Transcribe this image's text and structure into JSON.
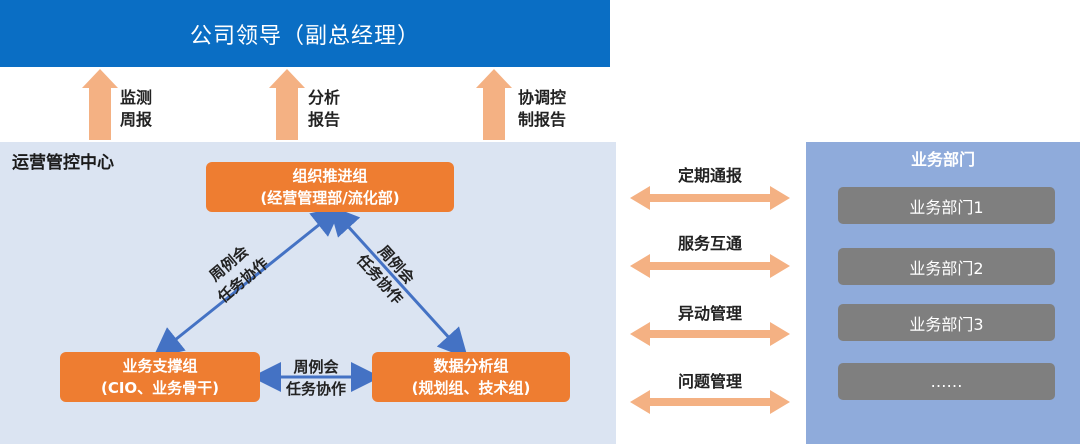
{
  "leader": {
    "title": "公司领导（副总经理）"
  },
  "up_arrows": [
    {
      "line1": "监测",
      "line2": "周报"
    },
    {
      "line1": "分析",
      "line2": "报告"
    },
    {
      "line1": "协调控",
      "line2": "制报告"
    }
  ],
  "ops_center": {
    "title": "运营管控中心",
    "org_group": {
      "name": "组织推进组",
      "members": "(经营管理部/流化部)"
    },
    "support_group": {
      "name": "业务支撑组",
      "members": "(CIO、业务骨干)"
    },
    "data_group": {
      "name": "数据分析组",
      "members": "(规划组、技术组)"
    },
    "relation": {
      "meeting": "周例会",
      "collab": "任务协作"
    }
  },
  "exchange_labels": [
    "定期通报",
    "服务互通",
    "异动管理",
    "问题管理"
  ],
  "business": {
    "title": "业务部门",
    "depts": [
      "业务部门1",
      "业务部门2",
      "业务部门3",
      "……"
    ]
  },
  "colors": {
    "leader_bg": "#0a6ec4",
    "ops_bg": "#dbe4f2",
    "group_orange": "#ee7d31",
    "arrow_peach": "#f4b183",
    "connector_blue": "#4472c4",
    "business_bg": "#8fabdb",
    "dept_gray": "#7f7f7f"
  }
}
